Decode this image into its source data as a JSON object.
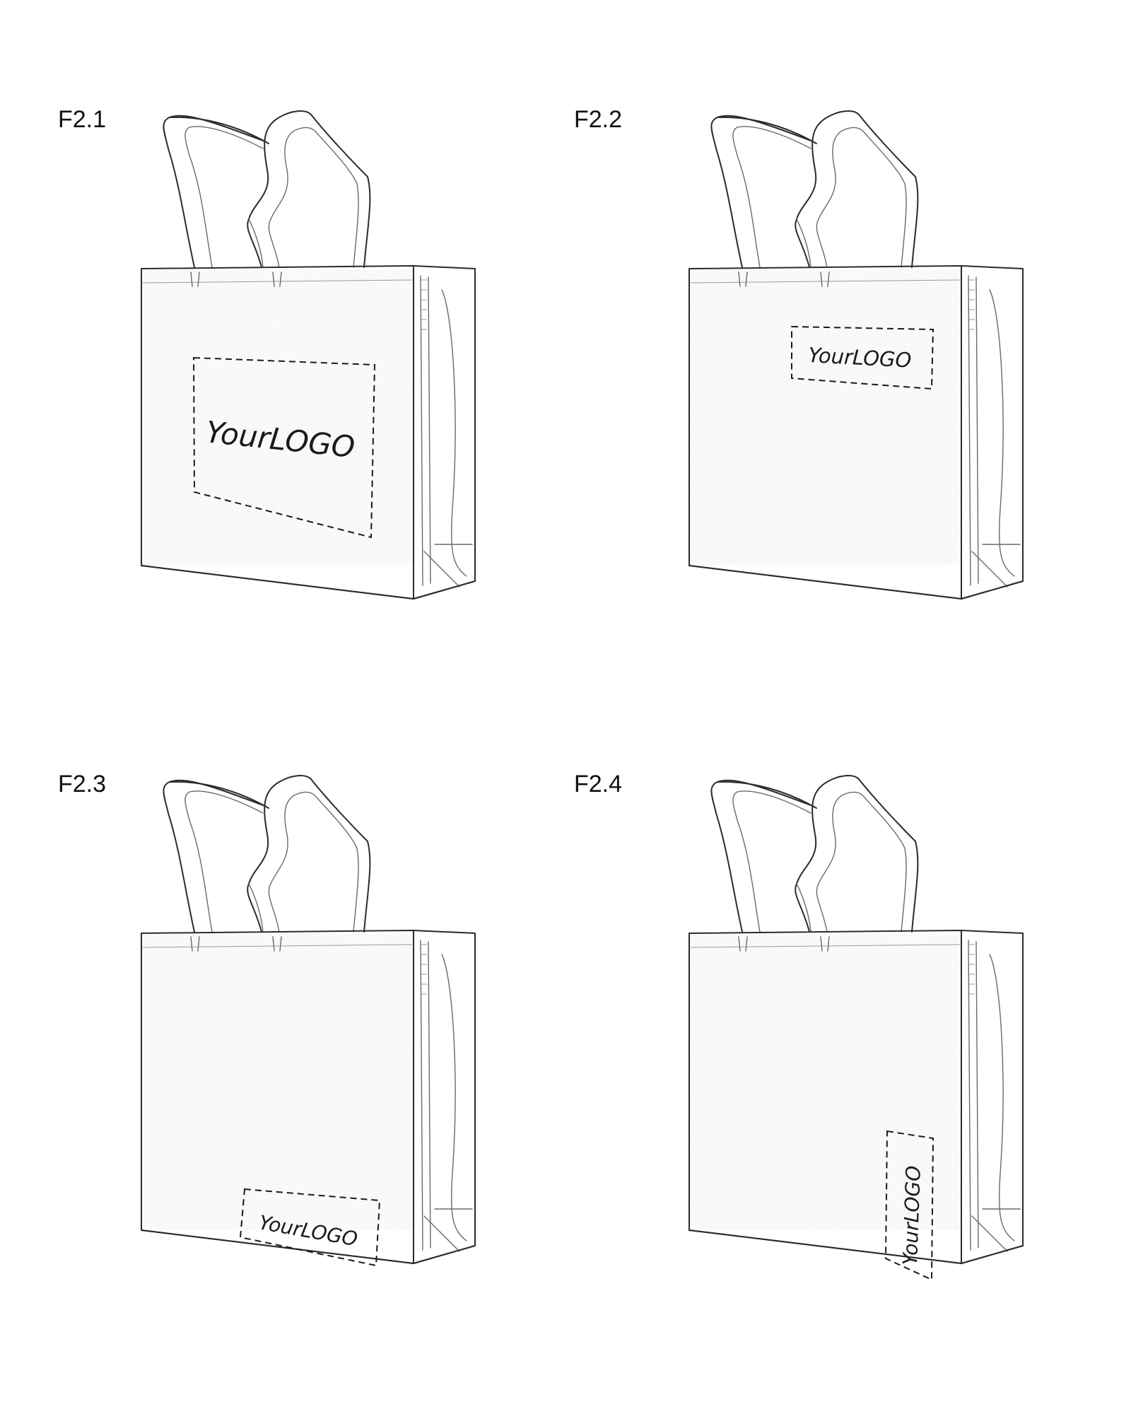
{
  "panels": [
    {
      "label": "F2.1",
      "logo_text": "YourLOGO",
      "logo_position": "center-large"
    },
    {
      "label": "F2.2",
      "logo_text": "YourLOGO",
      "logo_position": "top-right-small"
    },
    {
      "label": "F2.3",
      "logo_text": "YourLOGO",
      "logo_position": "bottom-right"
    },
    {
      "label": "F2.4",
      "logo_text": "YourLOGO",
      "logo_position": "bottom-right-vertical"
    }
  ],
  "colors": {
    "line": "#2b2b2b",
    "texture": "#c8c8c8",
    "background": "#ffffff"
  }
}
